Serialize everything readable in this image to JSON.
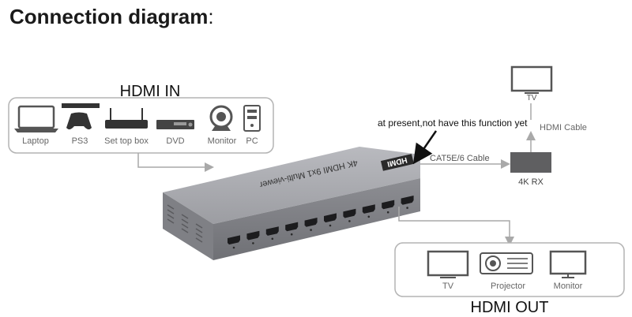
{
  "title": "Connection diagram",
  "title_punct": ":",
  "hdmi_in": {
    "label": "HDMI IN",
    "devices": [
      "Laptop",
      "PS3",
      "Set top box",
      "DVD",
      "Monitor",
      "PC"
    ]
  },
  "hdmi_out": {
    "label": "HDMI OUT",
    "devices": [
      "TV",
      "Projector",
      "Monitor"
    ]
  },
  "device_box": {
    "model_text": "4K HDMI 9x1 Multi-viewer",
    "logo_text": "HDMI"
  },
  "cable_cat": "CAT5E/6 Cable",
  "cable_hdmi": "HDMI Cable",
  "receiver": "4K RX",
  "tv_top": "TV",
  "annotation": "at present,not have this function yet",
  "colors": {
    "box_body": "#8e8f94",
    "box_top": "#a7a8ad",
    "receiver": "#5f5f61",
    "line": "#a9a9a9",
    "text": "#555555"
  }
}
